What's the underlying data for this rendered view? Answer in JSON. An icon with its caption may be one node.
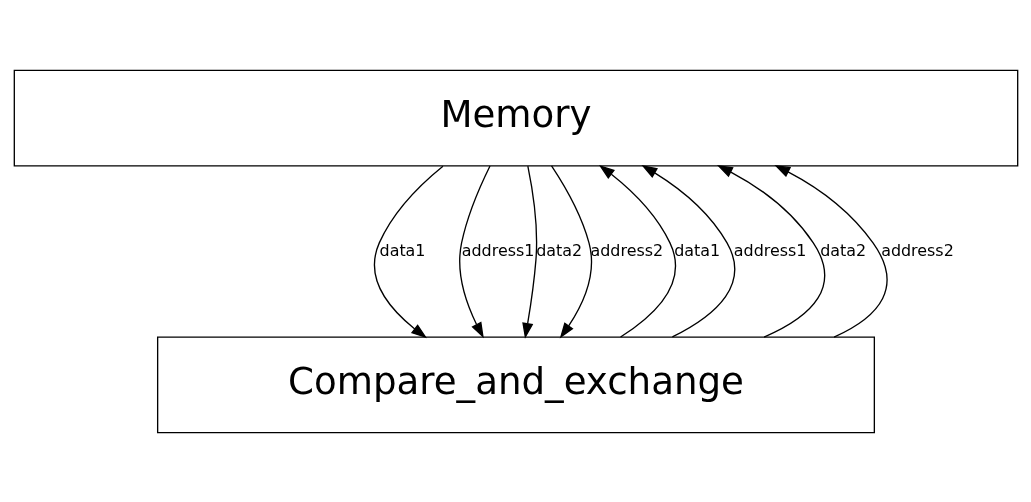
{
  "diagram": {
    "nodes": [
      {
        "text": [
          "Memory"
        ]
      },
      {
        "text": [
          "Compare_and_exchange"
        ]
      }
    ],
    "edges": [
      {
        "from": 0,
        "to": 1,
        "arrow": "to",
        "label": "data1"
      },
      {
        "from": 0,
        "to": 1,
        "arrow": "to",
        "label": "address1"
      },
      {
        "from": 0,
        "to": 1,
        "arrow": "to",
        "label": "data2"
      },
      {
        "from": 0,
        "to": 1,
        "arrow": "to",
        "label": "address2"
      },
      {
        "from": 1,
        "to": 0,
        "arrow": "to",
        "label": "data1"
      },
      {
        "from": 1,
        "to": 0,
        "arrow": "to",
        "label": "address1"
      },
      {
        "from": 1,
        "to": 0,
        "arrow": "to",
        "label": "data2"
      },
      {
        "from": 1,
        "to": 0,
        "arrow": "to",
        "label": "address2"
      }
    ]
  }
}
